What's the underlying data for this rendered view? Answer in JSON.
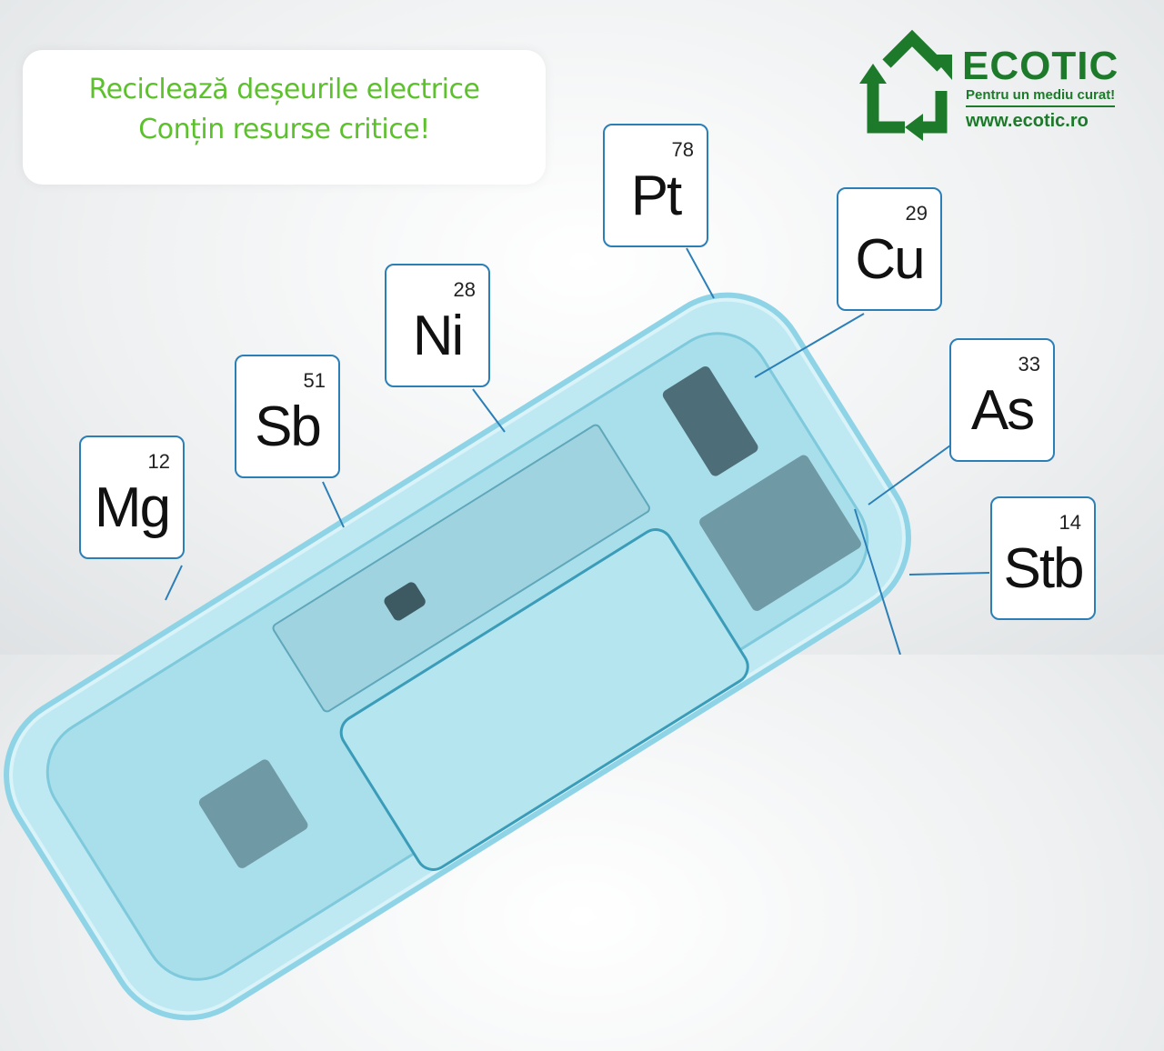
{
  "headline": {
    "line1": "Reciclează deșeurile electrice",
    "line2": "Conțin resurse critice!"
  },
  "logo": {
    "name": "ECOTIC",
    "slogan": "Pentru un mediu curat!",
    "url": "www.ecotic.ro",
    "color": "#1d7a2a"
  },
  "elements": [
    {
      "symbol": "Mg",
      "number": "12"
    },
    {
      "symbol": "Sb",
      "number": "51"
    },
    {
      "symbol": "Ni",
      "number": "28"
    },
    {
      "symbol": "Pt",
      "number": "78"
    },
    {
      "symbol": "Cu",
      "number": "29"
    },
    {
      "symbol": "As",
      "number": "33"
    },
    {
      "symbol": "Stb",
      "number": "14"
    }
  ],
  "colors": {
    "headline": "#5cc12d",
    "box_border": "#2b7fb6",
    "phone": "#bfe9f2"
  }
}
